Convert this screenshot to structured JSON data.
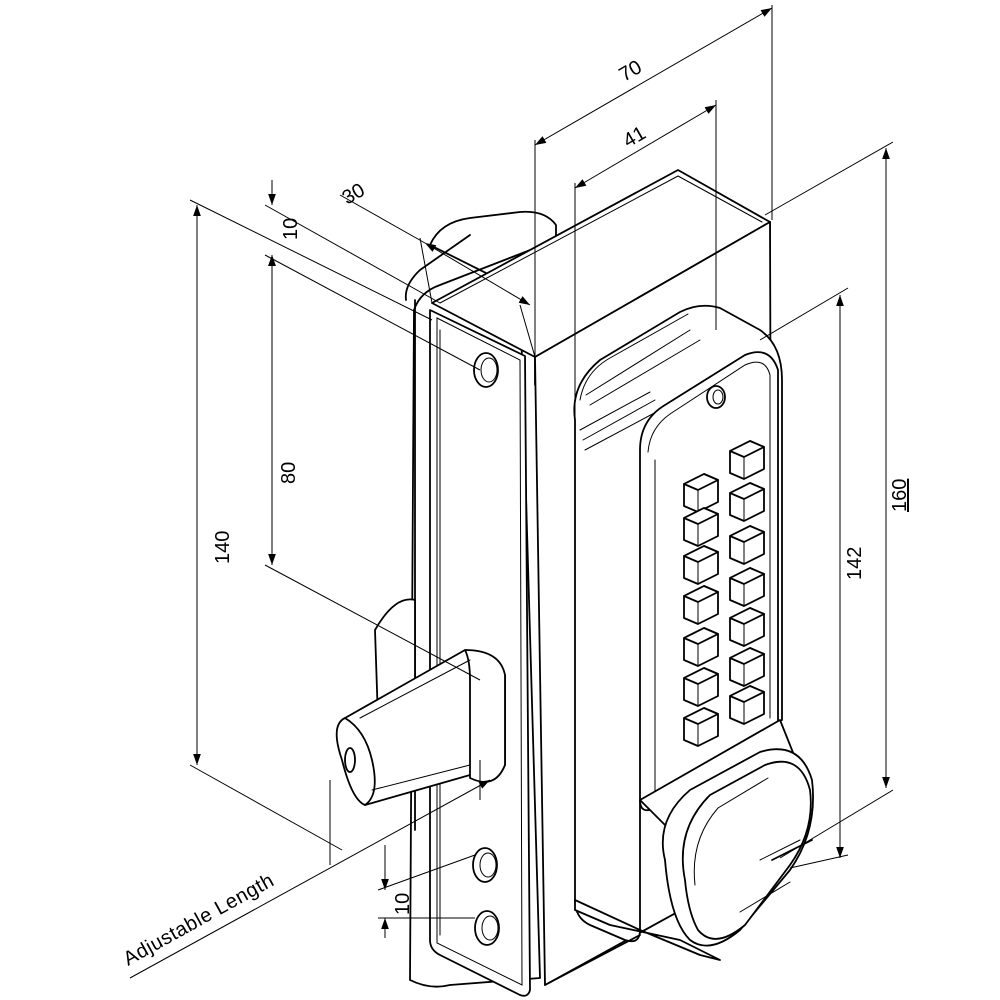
{
  "drawing": {
    "subject": "keypad-lock",
    "dimensions": {
      "width_total": "70",
      "keypad_depth": "41",
      "lockcase_depth": "30",
      "top_hole_offset": "10",
      "hole_spacing": "80",
      "faceplate_height": "140",
      "keypad_height": "142",
      "total_height": "160",
      "bottom_hole_offset": "10"
    },
    "labels": {
      "adjustable_length": "Adjustable Length"
    }
  }
}
